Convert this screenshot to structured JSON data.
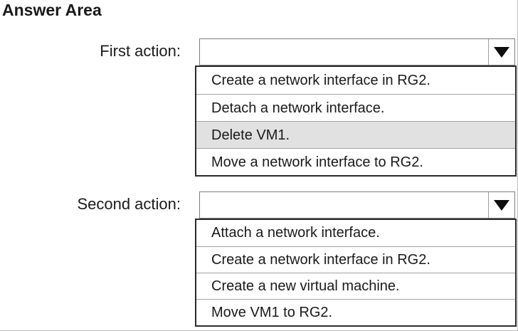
{
  "title": "Answer Area",
  "colors": {
    "text": "#1a1a1a",
    "combo_border": "#7d7d7d",
    "list_border": "#2b2b2b",
    "row_divider": "#a3a3a3",
    "highlight_bg": "#e1e1e1",
    "arrow": "#0d0d0d"
  },
  "groups": [
    {
      "label": "First action:",
      "selected_value": "",
      "options": [
        {
          "label": "Create a network interface in RG2.",
          "highlighted": false
        },
        {
          "label": "Detach a network interface.",
          "highlighted": false
        },
        {
          "label": "Delete VM1.",
          "highlighted": true
        },
        {
          "label": "Move a network interface to RG2.",
          "highlighted": false
        }
      ]
    },
    {
      "label": "Second action:",
      "selected_value": "",
      "options": [
        {
          "label": "Attach a network interface.",
          "highlighted": false
        },
        {
          "label": "Create a network interface in RG2.",
          "highlighted": false
        },
        {
          "label": "Create a new virtual machine.",
          "highlighted": false
        },
        {
          "label": "Move VM1 to RG2.",
          "highlighted": false
        }
      ]
    }
  ]
}
